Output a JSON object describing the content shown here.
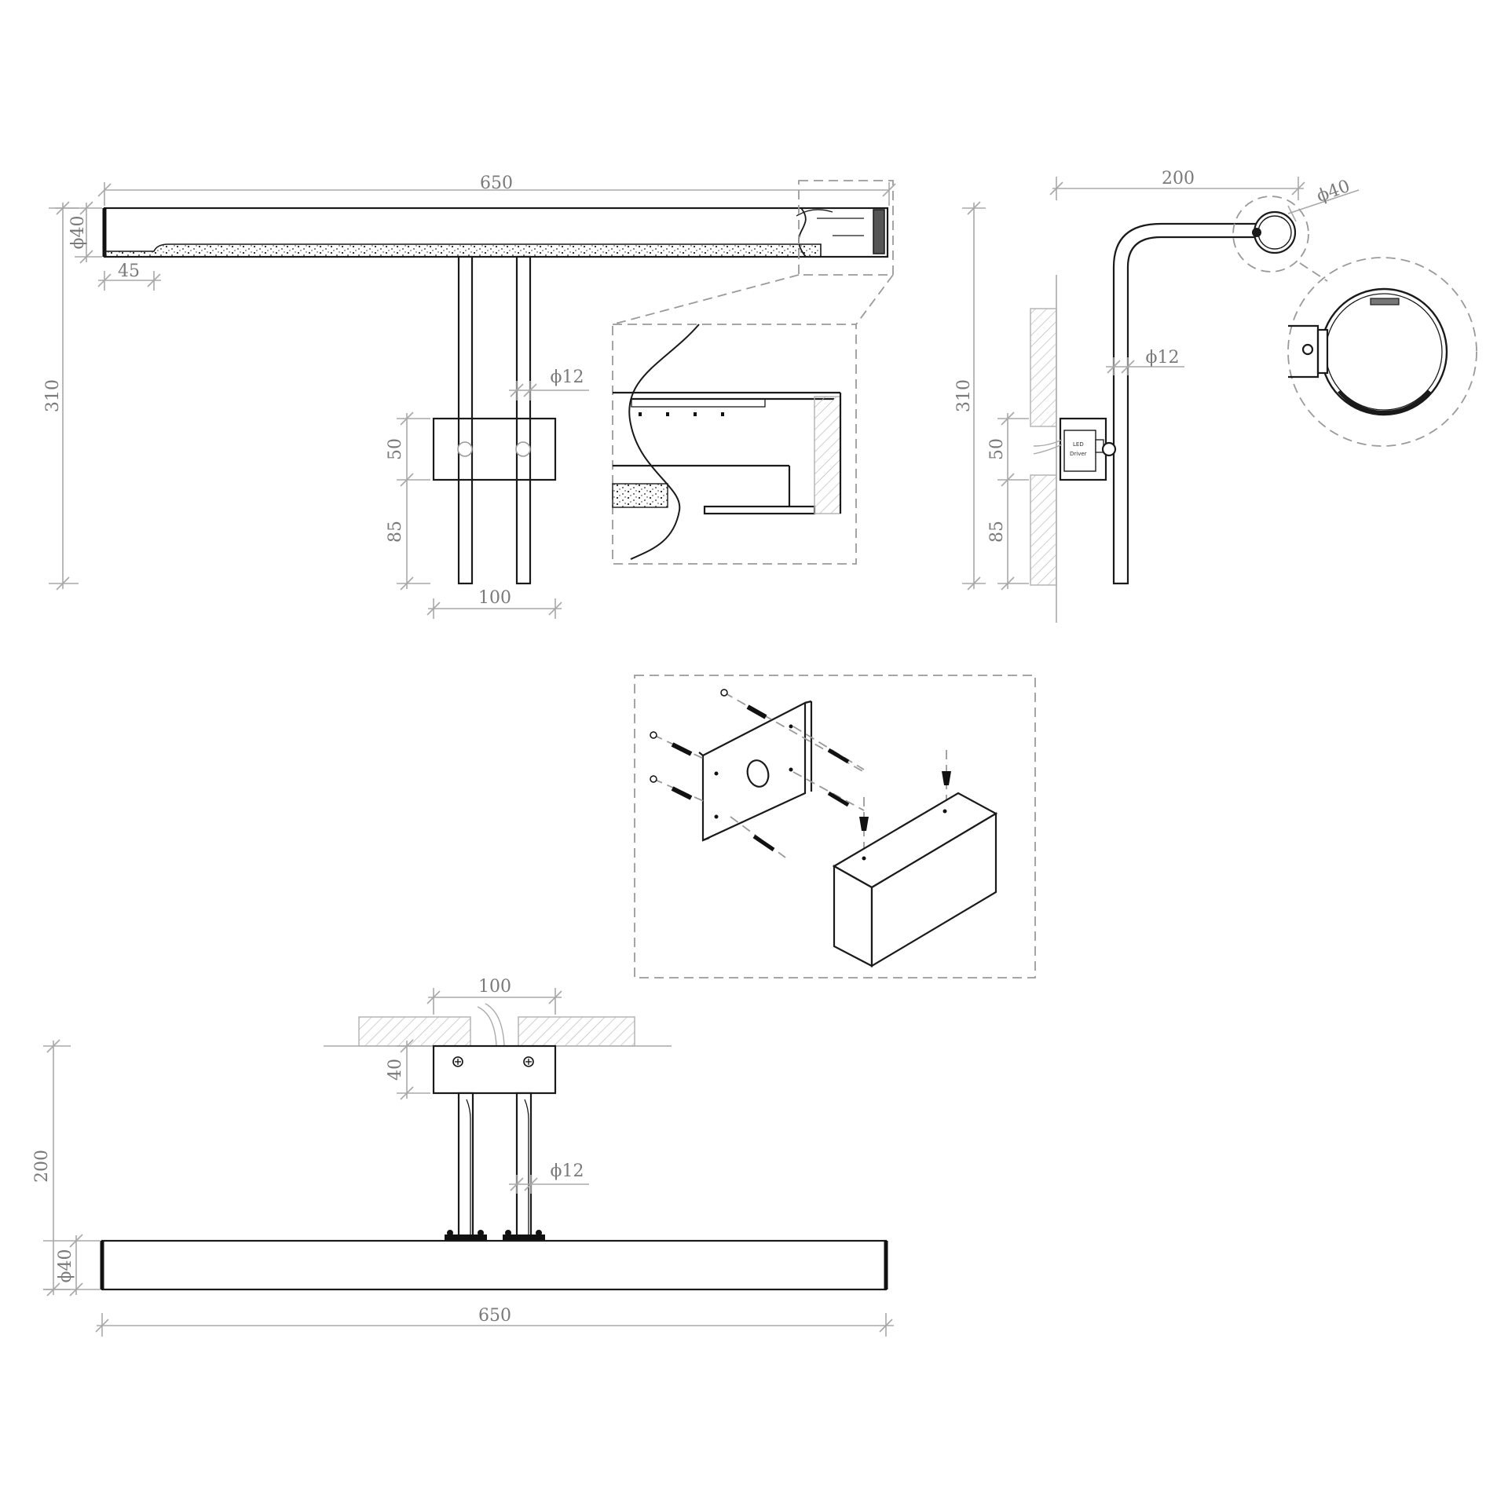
{
  "dimensions": {
    "front_length": "650",
    "front_diameter": "ϕ40",
    "front_offset": "45",
    "front_height": "310",
    "front_rod_diameter": "ϕ12",
    "front_plate_height": "50",
    "front_rod_below_plate": "85",
    "front_rod_spacing": "100",
    "side_depth": "200",
    "side_head_diameter": "ϕ40",
    "side_height": "310",
    "side_rod_diameter": "ϕ12",
    "side_plate_height": "50",
    "side_rod_below_plate": "85",
    "top_rod_spacing": "100",
    "top_plate_depth": "40",
    "top_projection": "200",
    "top_rod_diameter": "ϕ12",
    "top_bar_diameter": "ϕ40",
    "top_length": "650"
  },
  "labels": {
    "driver_line1": "LED",
    "driver_line2": "Driver"
  },
  "colors": {
    "ink": "#1a1a1a",
    "dimension": "#a8a8a8",
    "dimension_text": "#7a7a7a",
    "hatch": "#b0b0b0"
  },
  "icons": {
    "screw": "screw-icon",
    "anchor": "wall-anchor-icon"
  }
}
